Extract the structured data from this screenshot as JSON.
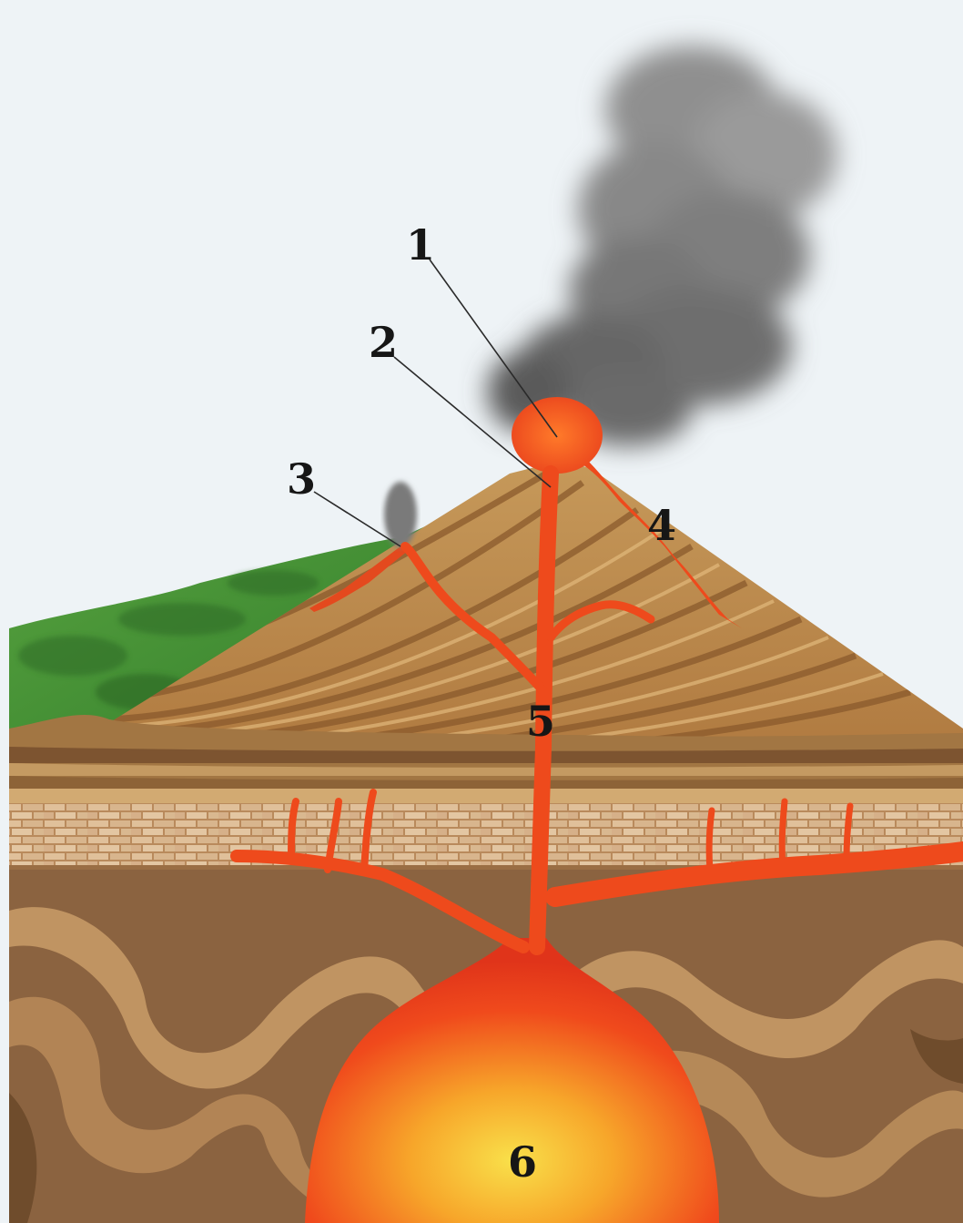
{
  "callouts": [
    {
      "id": "1",
      "label": "1"
    },
    {
      "id": "2",
      "label": "2"
    },
    {
      "id": "3",
      "label": "3"
    },
    {
      "id": "4",
      "label": "4"
    },
    {
      "id": "5",
      "label": "5"
    },
    {
      "id": "6",
      "label": "6"
    }
  ],
  "colors": {
    "sky": "#eef3f6",
    "smoke": "#6b6b6b",
    "lava": "#f04a1c",
    "magma_core": "#f7c930",
    "cone_sediment": "#c89655",
    "grass": "#4f9a3a",
    "strata": "#a27643",
    "folded_rock": "#7a5330"
  }
}
